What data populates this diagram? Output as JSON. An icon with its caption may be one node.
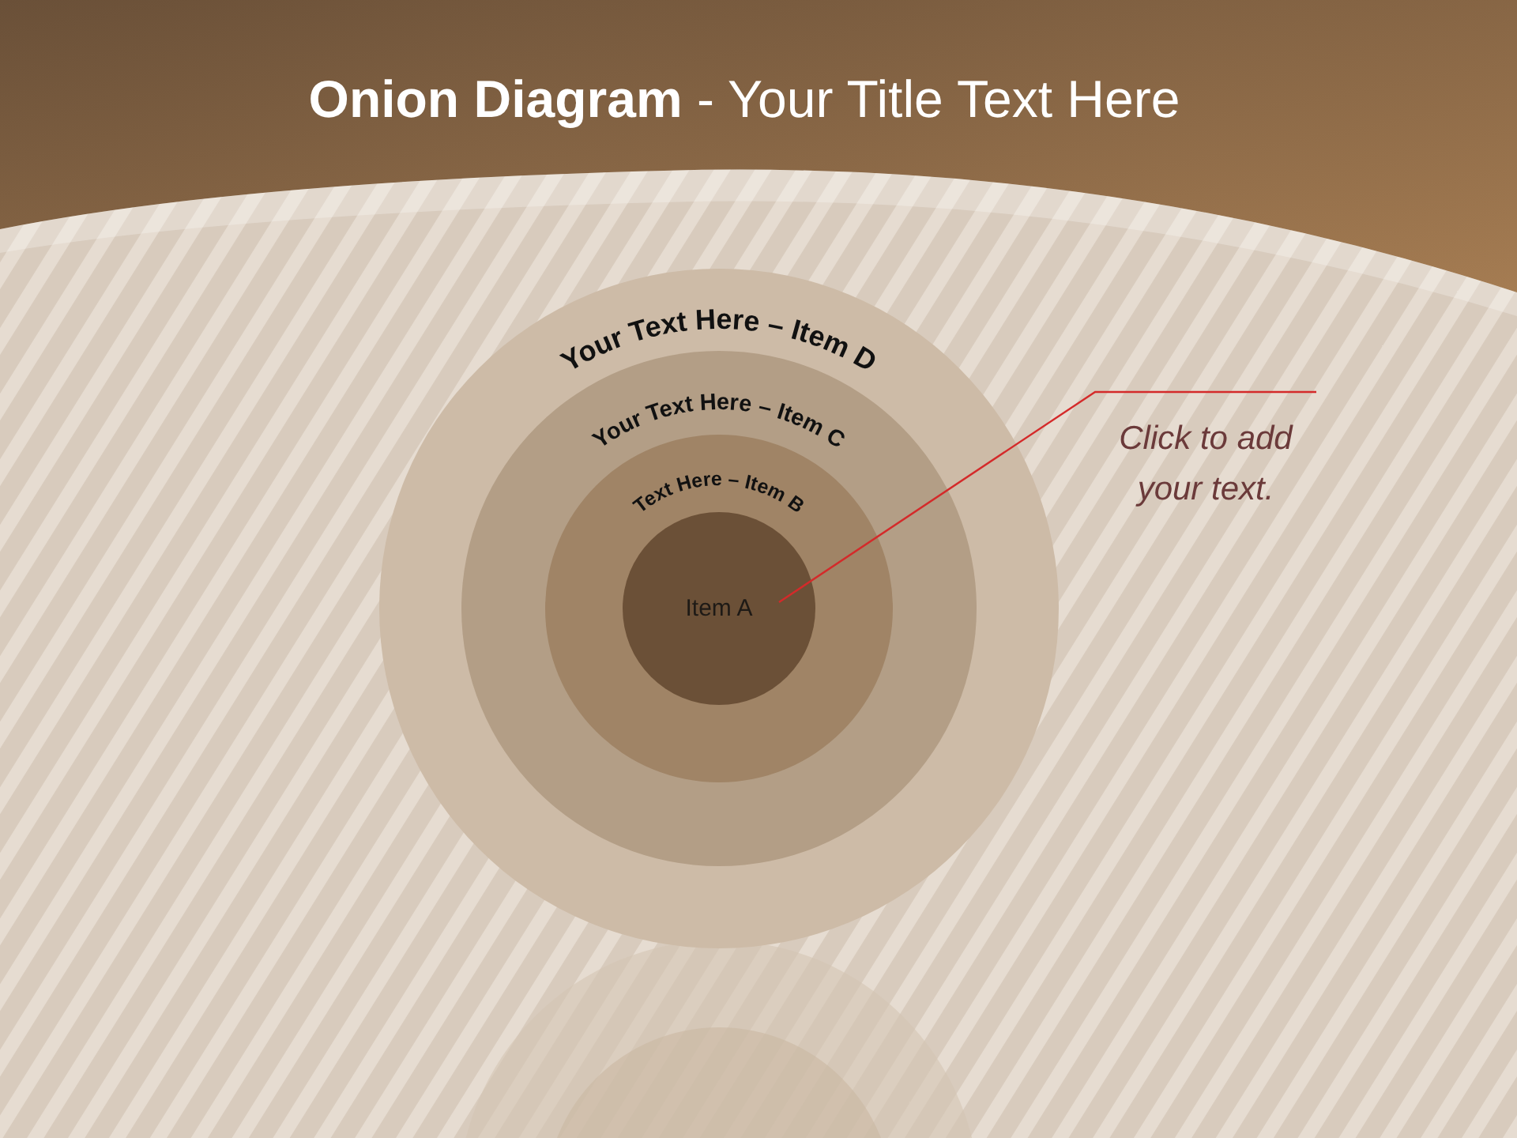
{
  "diagram": {
    "title": "**Onion Diagram** - Your Title Text Here",
    "nodes": [
      {
        "text": [
          "Your Text Here – Item D"
        ]
      },
      {
        "text": [
          "Your Text Here – Item C"
        ],
        "in": 0
      },
      {
        "text": [
          "Text Here – Item B"
        ],
        "in": 1
      },
      {
        "text": [
          "Item A"
        ],
        "in": 2
      },
      {
        "text": [
          "Click to add your text."
        ]
      }
    ],
    "edges": [
      {
        "from": 4,
        "to": 3,
        "arrow": "none"
      }
    ]
  }
}
